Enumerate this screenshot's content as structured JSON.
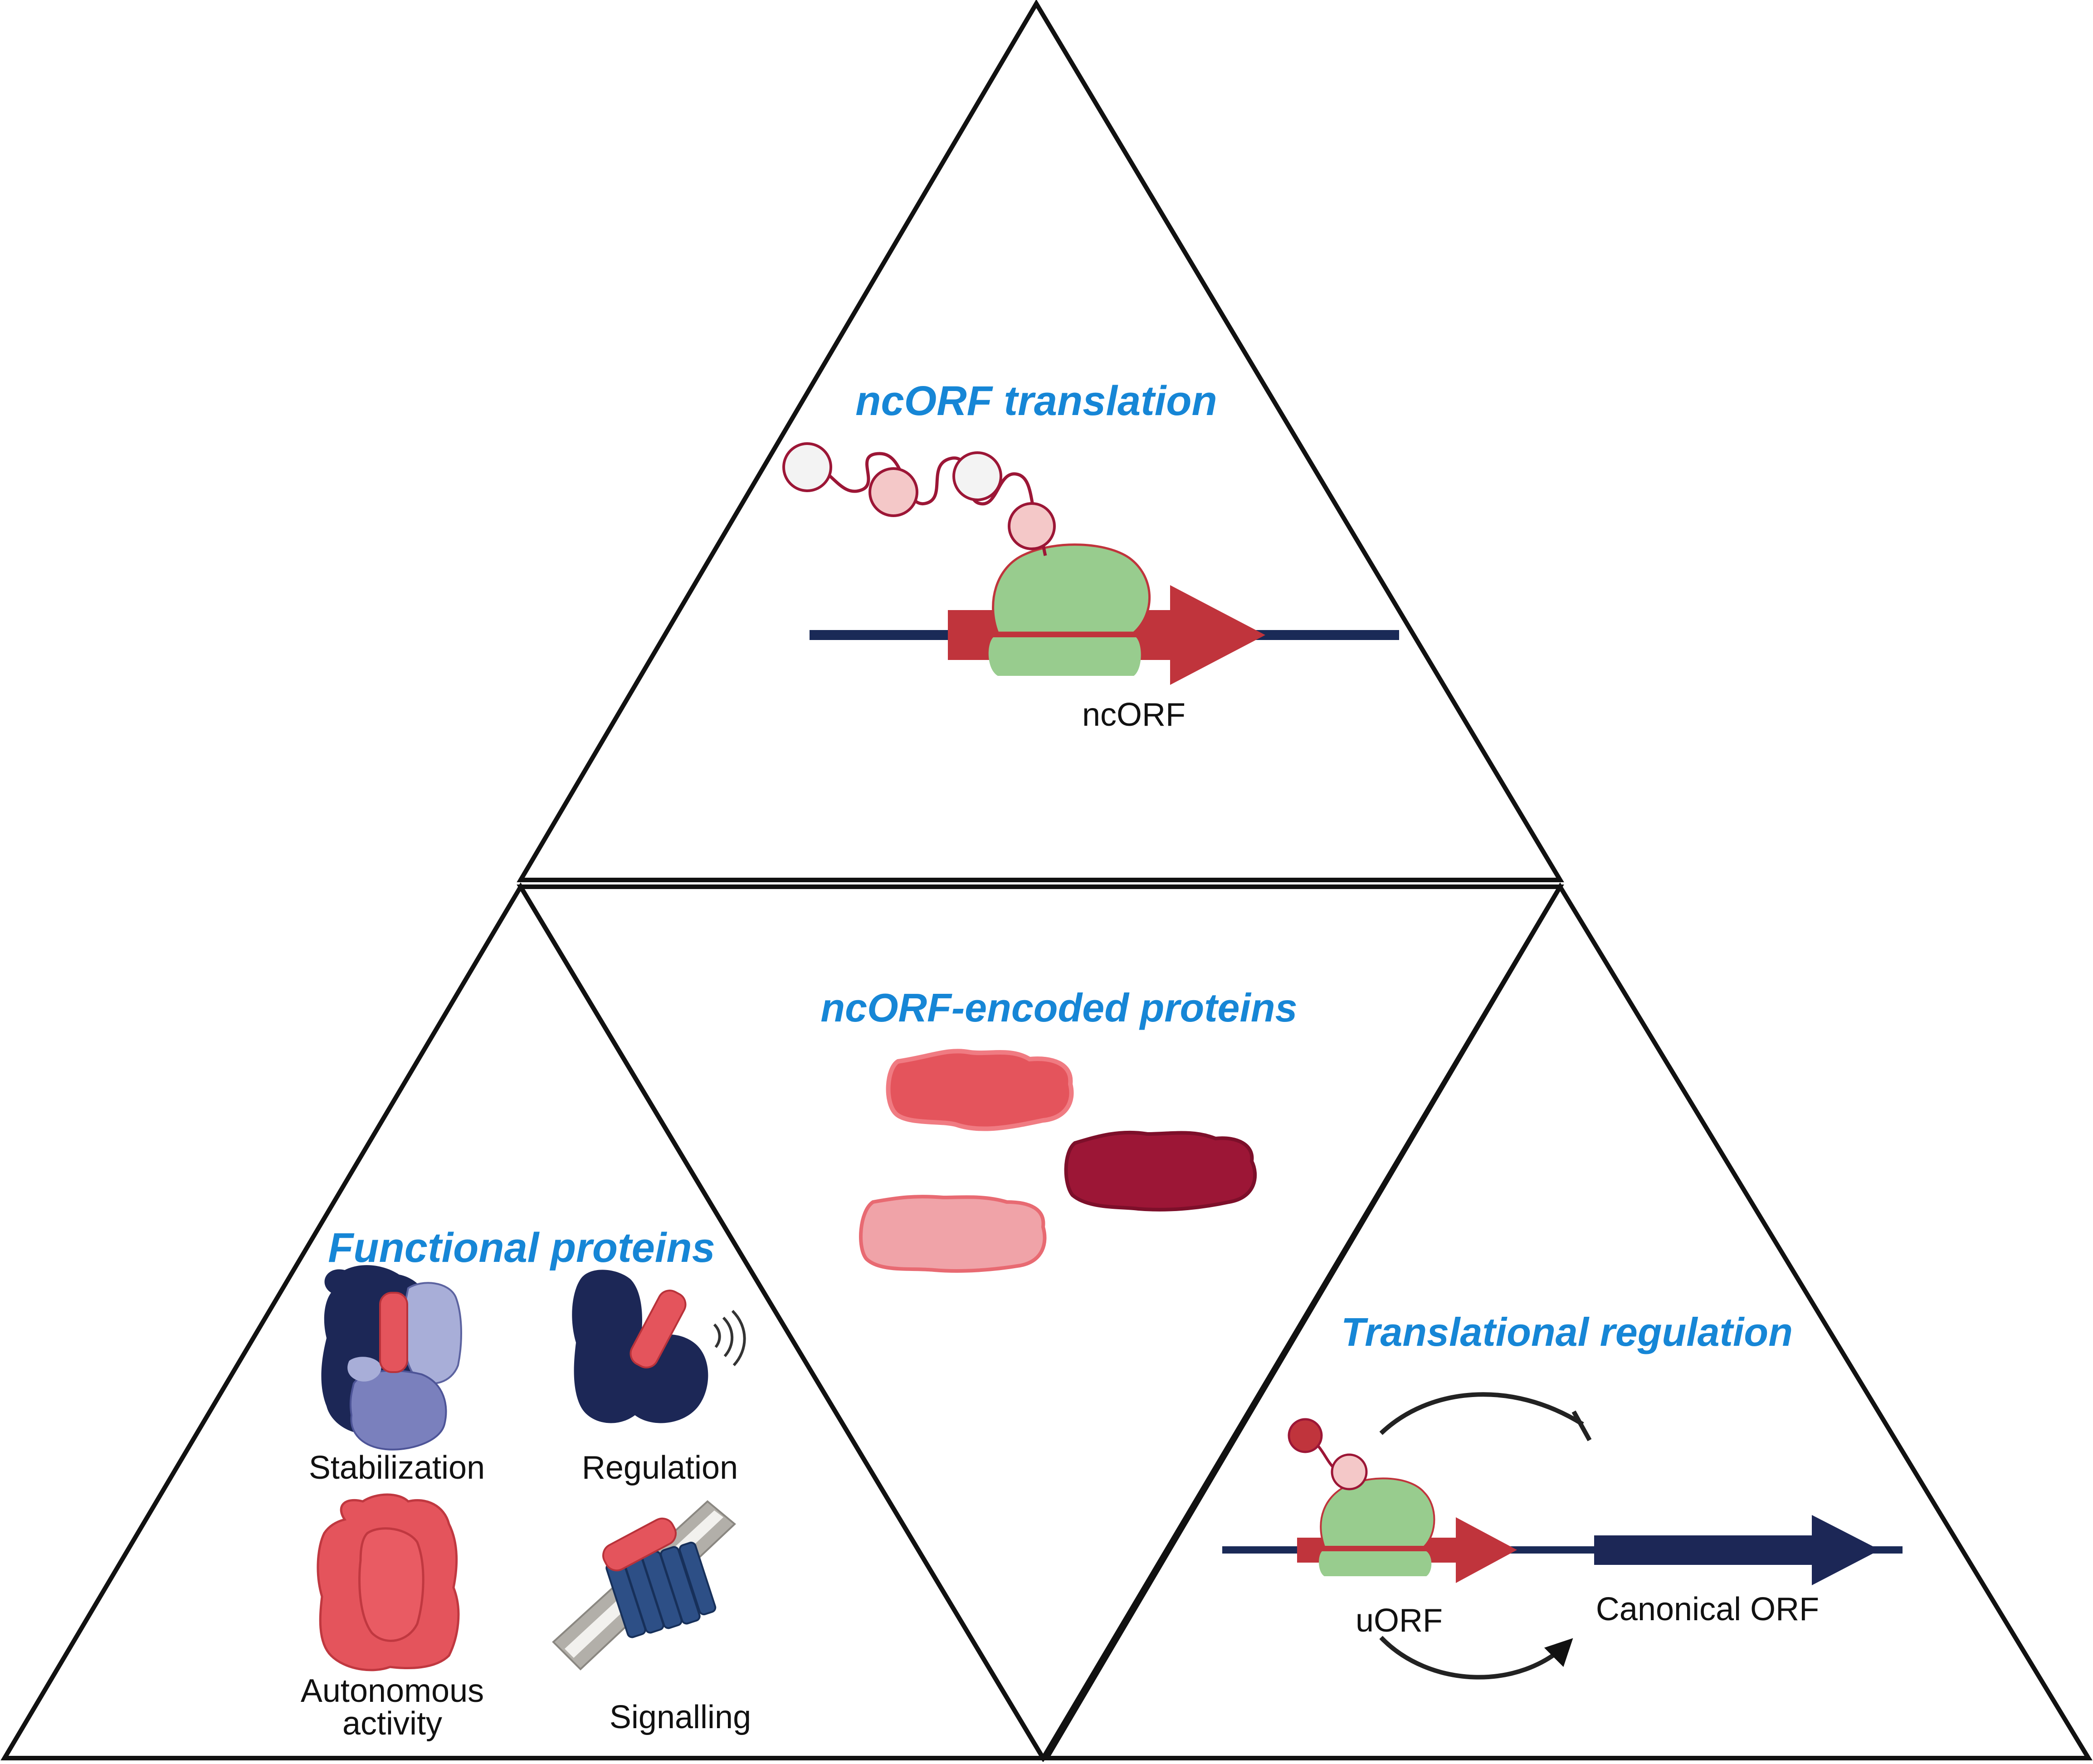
{
  "colors": {
    "title_blue": "#1686d6",
    "outline": "#111111",
    "ribosome_green": "#98cc8e",
    "orf_red": "#c0343c",
    "mrna_navy": "#1a2a57",
    "protein_pink": "#e4545c",
    "protein_light": "#f0a3a8",
    "protein_dark": "#9c1636",
    "navy_protein": "#1c2756",
    "lavender": "#a8aed8",
    "violet": "#7a80bd",
    "receptor_blue": "#2d4f86",
    "membrane_gray": "#b2afa9"
  },
  "panels": {
    "top": {
      "title": "ncORF translation",
      "orf_label": "ncORF"
    },
    "center": {
      "title": "ncORF-encoded proteins"
    },
    "left": {
      "title": "Functional proteins",
      "stabilization": "Stabilization",
      "regulation": "Regulation",
      "autonomous_line1": "Autonomous",
      "autonomous_line2": "activity",
      "signalling": "Signalling"
    },
    "right": {
      "title": "Translational regulation",
      "uorf_label": "uORF",
      "canonical_label": "Canonical ORF"
    }
  }
}
